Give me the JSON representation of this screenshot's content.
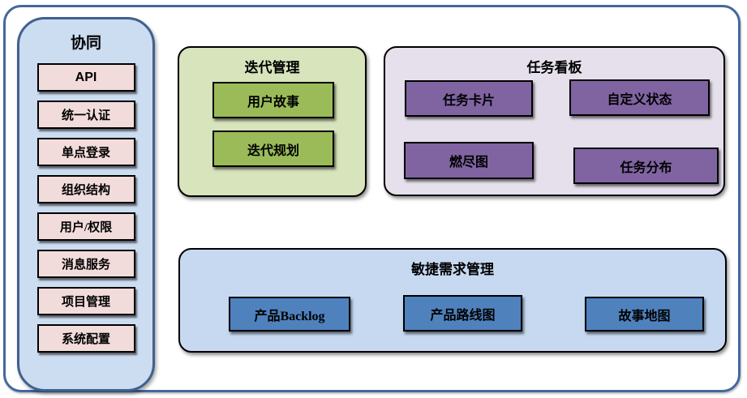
{
  "colors": {
    "frame_border": "#44689d",
    "sidebar_fill": "#ccdcf1",
    "sidebar_border": "#3e618f",
    "sidebar_item_fill": "#f2dcdb",
    "iteration_fill": "#d7e4bc",
    "iteration_box": "#9bbb59",
    "kanban_fill": "#e6e0ec",
    "kanban_box": "#8064a2",
    "requirements_fill": "#c6d9f0",
    "requirements_box": "#4f81bd",
    "box_border": "#000000"
  },
  "sidebar": {
    "title": "协同",
    "items": [
      "API",
      "统一认证",
      "单点登录",
      "组织结构",
      "用户/权限",
      "消息服务",
      "项目管理",
      "系统配置"
    ]
  },
  "panels": {
    "iteration": {
      "title": "迭代管理",
      "items": [
        "用户故事",
        "迭代规划"
      ]
    },
    "kanban": {
      "title": "任务看板",
      "items": [
        "任务卡片",
        "自定义状态",
        "燃尽图",
        "任务分布"
      ]
    },
    "requirements": {
      "title": "敏捷需求管理",
      "items": [
        "产品Backlog",
        "产品路线图",
        "故事地图"
      ]
    }
  }
}
